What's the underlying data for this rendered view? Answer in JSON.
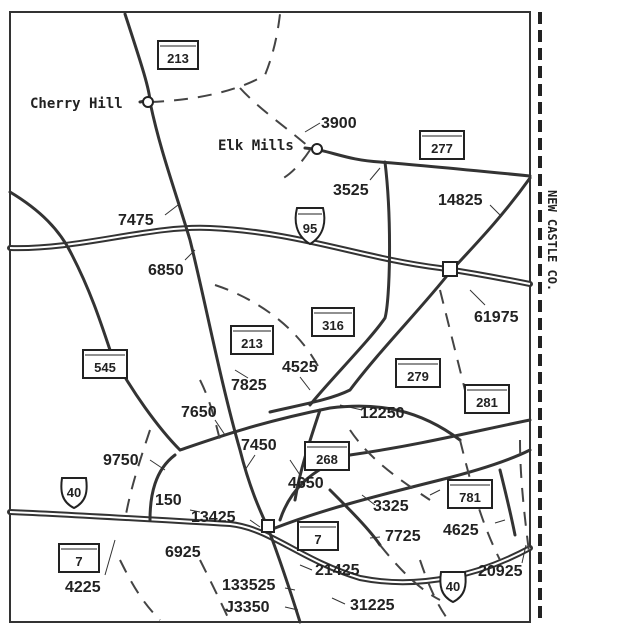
{
  "places": [
    {
      "name": "Cherry Hill"
    },
    {
      "name": "Elk Mills"
    }
  ],
  "county_label": "NEW CASTLE CO.",
  "route_shields": [
    {
      "number": "213",
      "type": "state"
    },
    {
      "number": "95",
      "type": "interstate"
    },
    {
      "number": "277",
      "type": "state"
    },
    {
      "number": "316",
      "type": "state"
    },
    {
      "number": "213",
      "type": "state"
    },
    {
      "number": "545",
      "type": "state"
    },
    {
      "number": "279",
      "type": "state"
    },
    {
      "number": "281",
      "type": "state"
    },
    {
      "number": "268",
      "type": "state"
    },
    {
      "number": "781",
      "type": "state"
    },
    {
      "number": "40",
      "type": "us"
    },
    {
      "number": "7",
      "type": "state"
    },
    {
      "number": "7",
      "type": "state"
    },
    {
      "number": "40",
      "type": "us"
    }
  ],
  "traffic_counts": [
    "3900",
    "3525",
    "14825",
    "7475",
    "6850",
    "61975",
    "7825",
    "4525",
    "7650",
    "12250",
    "7450",
    "9750",
    "4650",
    "150",
    "13425",
    "3325",
    "6925",
    "7725",
    "4625",
    "4225",
    "21425",
    "20925",
    "133525",
    "J3350",
    "31225"
  ]
}
